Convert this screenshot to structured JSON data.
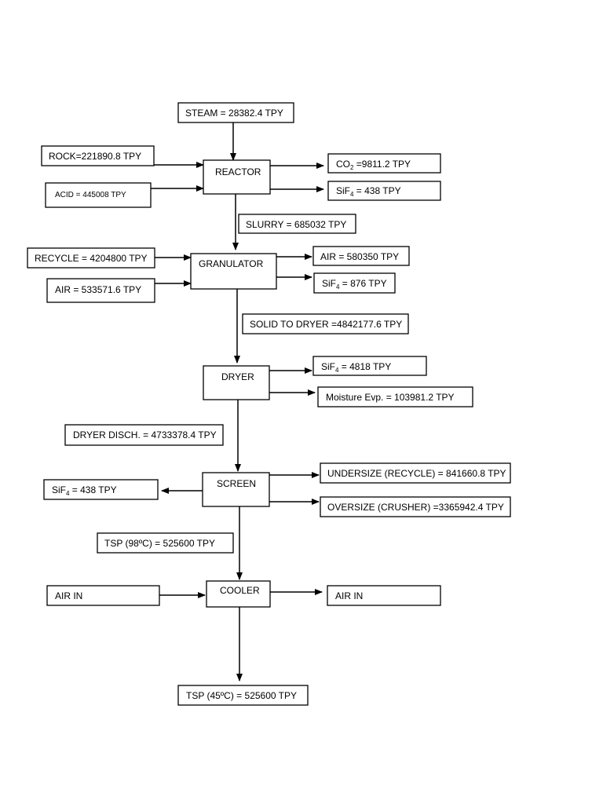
{
  "units": {
    "steam": "STEAM = 28382.4 TPY",
    "reactor": "REACTOR",
    "rock": "ROCK=221890.8 TPY",
    "acid": "ACID = 445008 TPY",
    "co2_prefix": "CO",
    "co2_sub": "2",
    "co2_suffix": " =9811.2 TPY",
    "sif4_reactor_prefix": "SiF",
    "sif4_reactor_sub": "4",
    "sif4_reactor_suffix": " = 438 TPY",
    "slurry": "SLURRY = 685032 TPY",
    "granulator": "GRANULATOR",
    "recycle": "RECYCLE = 4204800 TPY",
    "air_in_granulator": "AIR = 533571.6 TPY",
    "air_out_granulator": "AIR = 580350 TPY",
    "sif4_granulator_prefix": "SiF",
    "sif4_granulator_sub": "4",
    "sif4_granulator_suffix": " = 876 TPY",
    "solid_to_dryer": "SOLID TO DRYER =4842177.6 TPY",
    "dryer": "DRYER",
    "sif4_dryer_prefix": "SiF",
    "sif4_dryer_sub": "4",
    "sif4_dryer_suffix": " = 4818 TPY",
    "moisture": "Moisture Evp. = 103981.2 TPY",
    "dryer_disch": "DRYER DISCH. = 4733378.4 TPY",
    "screen": "SCREEN",
    "sif4_screen_prefix": "SiF",
    "sif4_screen_sub": "4",
    "sif4_screen_suffix": " = 438 TPY",
    "undersize": "UNDERSIZE (RECYCLE) = 841660.8 TPY",
    "oversize": "OVERSIZE (CRUSHER) =3365942.4 TPY",
    "tsp_98": "TSP (98ºC) = 525600 TPY",
    "cooler": "COOLER",
    "air_in_left": "AIR IN",
    "air_in_right": "AIR IN",
    "tsp_45": "TSP (45ºC) = 525600 TPY"
  }
}
